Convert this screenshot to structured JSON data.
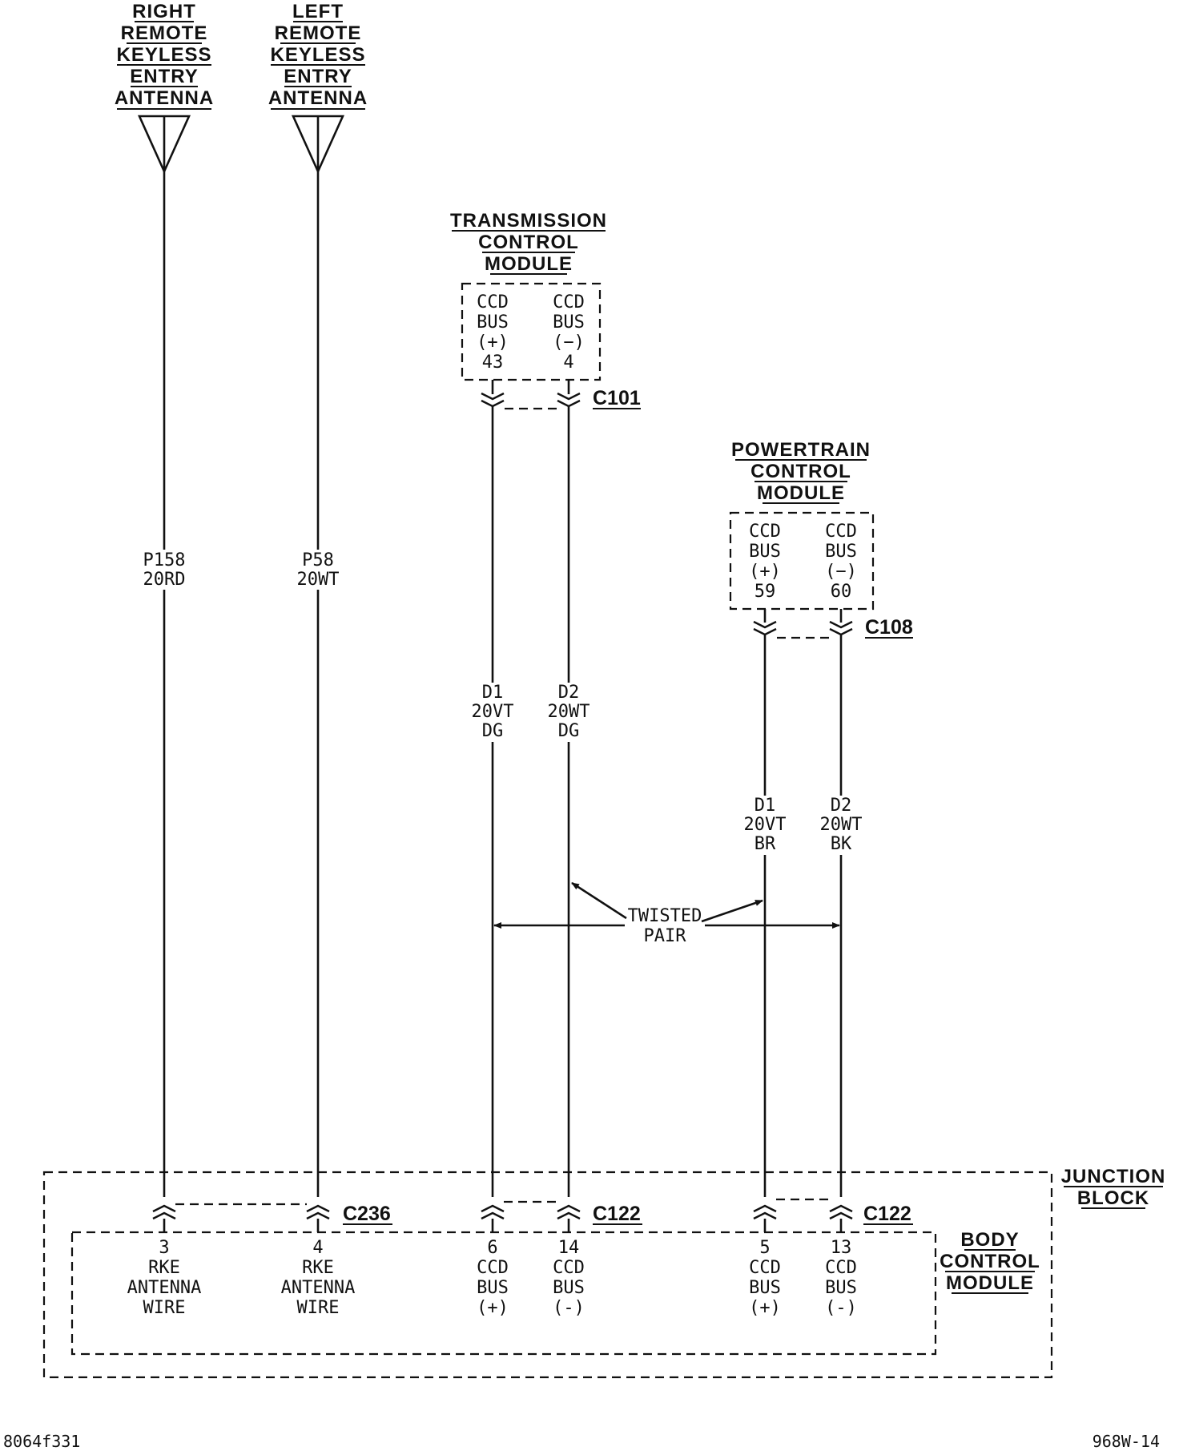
{
  "antennas": {
    "right": [
      "RIGHT",
      "REMOTE",
      "KEYLESS",
      "ENTRY",
      "ANTENNA"
    ],
    "left": [
      "LEFT",
      "REMOTE",
      "KEYLESS",
      "ENTRY",
      "ANTENNA"
    ]
  },
  "tcm": {
    "title": [
      "TRANSMISSION",
      "CONTROL",
      "MODULE"
    ],
    "pin_plus": [
      "CCD",
      "BUS",
      "(+)",
      "43"
    ],
    "pin_minus": [
      "CCD",
      "BUS",
      "(−)",
      "4"
    ],
    "connector": "C101"
  },
  "pcm": {
    "title": [
      "POWERTRAIN",
      "CONTROL",
      "MODULE"
    ],
    "pin_plus": [
      "CCD",
      "BUS",
      "(+)",
      "59"
    ],
    "pin_minus": [
      "CCD",
      "BUS",
      "(−)",
      "60"
    ],
    "connector": "C108"
  },
  "wires": {
    "p158": [
      "P158",
      "20RD"
    ],
    "p58": [
      "P58",
      "20WT"
    ],
    "tcm_d1": [
      "D1",
      "20VT",
      "DG"
    ],
    "tcm_d2": [
      "D2",
      "20WT",
      "DG"
    ],
    "pcm_d1": [
      "D1",
      "20VT",
      "BR"
    ],
    "pcm_d2": [
      "D2",
      "20WT",
      "BK"
    ]
  },
  "twisted_pair": [
    "TWISTED",
    "PAIR"
  ],
  "junction_block": [
    "JUNCTION",
    "BLOCK"
  ],
  "body_control_module": [
    "BODY",
    "CONTROL",
    "MODULE"
  ],
  "bcm_connectors": {
    "c236": "C236",
    "c122_left": "C122",
    "c122_right": "C122"
  },
  "bcm_pins": {
    "p3": [
      "3",
      "RKE",
      "ANTENNA",
      "WIRE"
    ],
    "p4": [
      "4",
      "RKE",
      "ANTENNA",
      "WIRE"
    ],
    "p6": [
      "6",
      "CCD",
      "BUS",
      "(+)"
    ],
    "p14": [
      "14",
      "CCD",
      "BUS",
      "(-)"
    ],
    "p5": [
      "5",
      "CCD",
      "BUS",
      "(+)"
    ],
    "p13": [
      "13",
      "CCD",
      "BUS",
      "(-)"
    ]
  },
  "footer": {
    "left": "8064f331",
    "right": "968W-14"
  }
}
